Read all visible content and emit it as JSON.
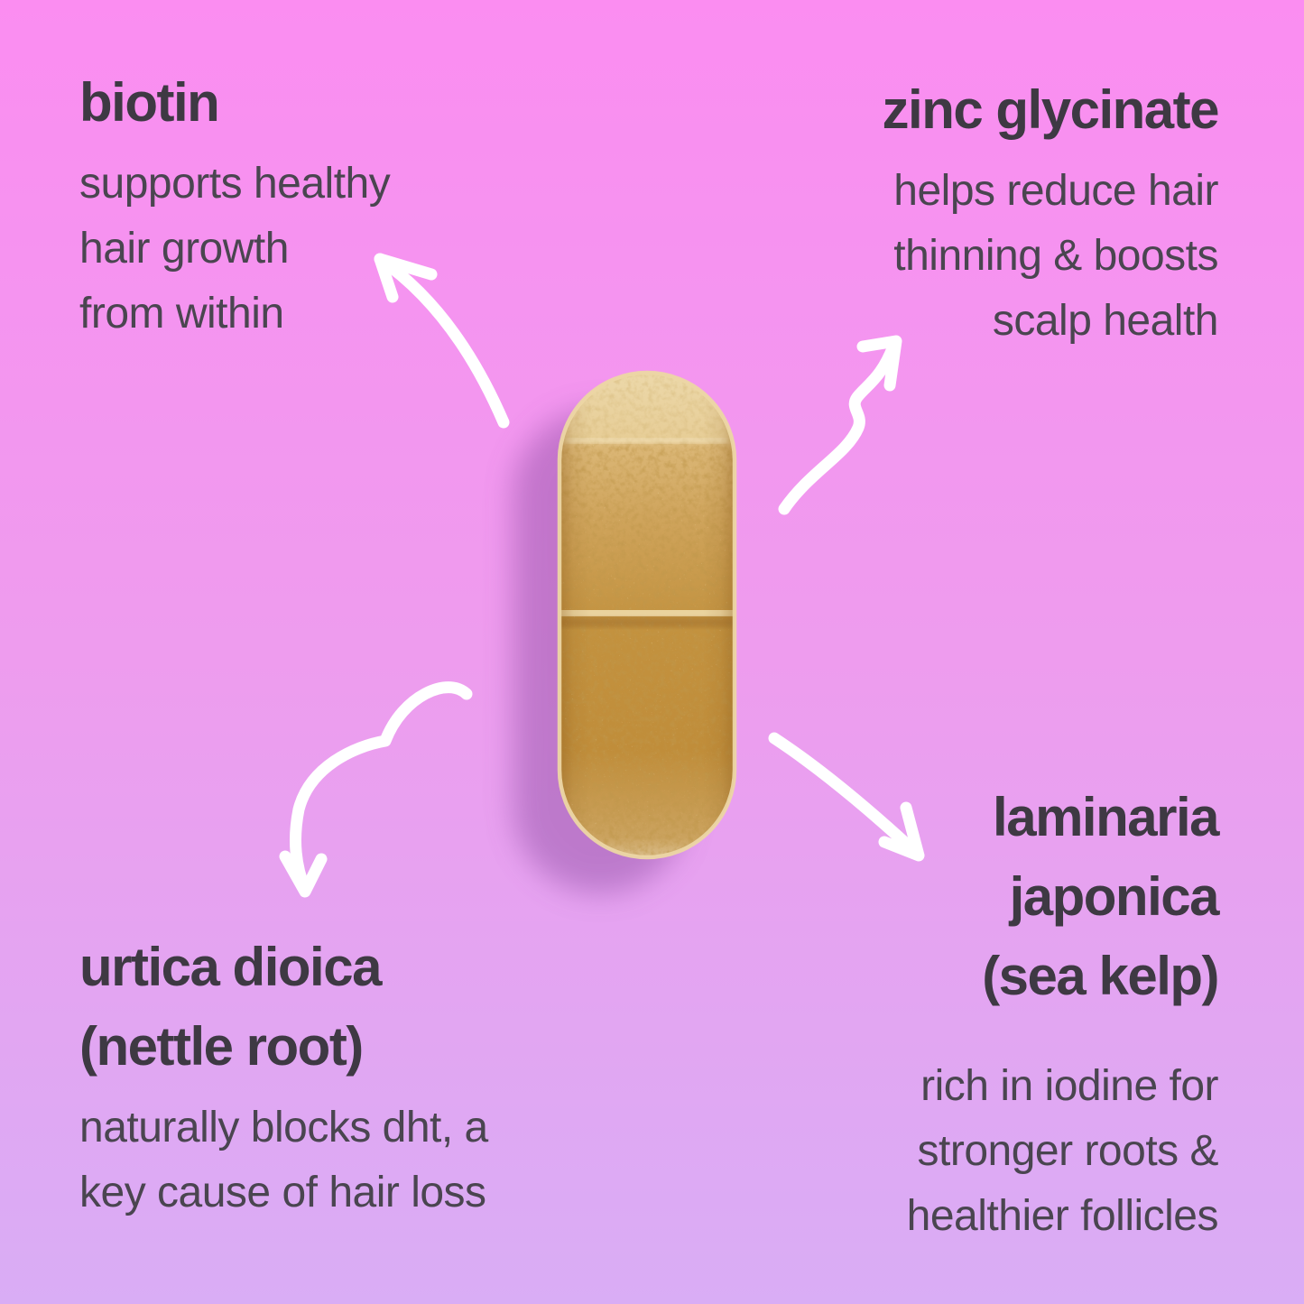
{
  "colors": {
    "bg-top": "#fb8df1",
    "bg-mid": "#ee9cee",
    "bg-bottom": "#d9adf5",
    "text-heading": "#3e3943",
    "text-body": "#4a4550",
    "arrow": "#ffffff",
    "capsule-base": "#c89b4f",
    "capsule-rim": "#ecd6a4",
    "capsule-shadow": "#7e3f96"
  },
  "capsule": {
    "alt": "golden-brown granule-filled supplement capsule"
  },
  "ingredients": [
    {
      "id": "biotin",
      "name_lines": [
        "biotin"
      ],
      "description_lines": [
        "supports healthy",
        "hair growth",
        "from within"
      ]
    },
    {
      "id": "zinc-glycinate",
      "name_lines": [
        "zinc glycinate"
      ],
      "description_lines": [
        "helps reduce hair",
        "thinning & boosts",
        "scalp health"
      ]
    },
    {
      "id": "nettle-root",
      "name_lines": [
        "urtica dioica",
        "(nettle root)"
      ],
      "description_lines": [
        "naturally blocks dht, a",
        "key cause of hair loss"
      ]
    },
    {
      "id": "sea-kelp",
      "name_lines": [
        "laminaria",
        "japonica",
        "(sea kelp)"
      ],
      "description_lines": [
        "rich in iodine for",
        "stronger roots &",
        "healthier follicles"
      ]
    }
  ]
}
